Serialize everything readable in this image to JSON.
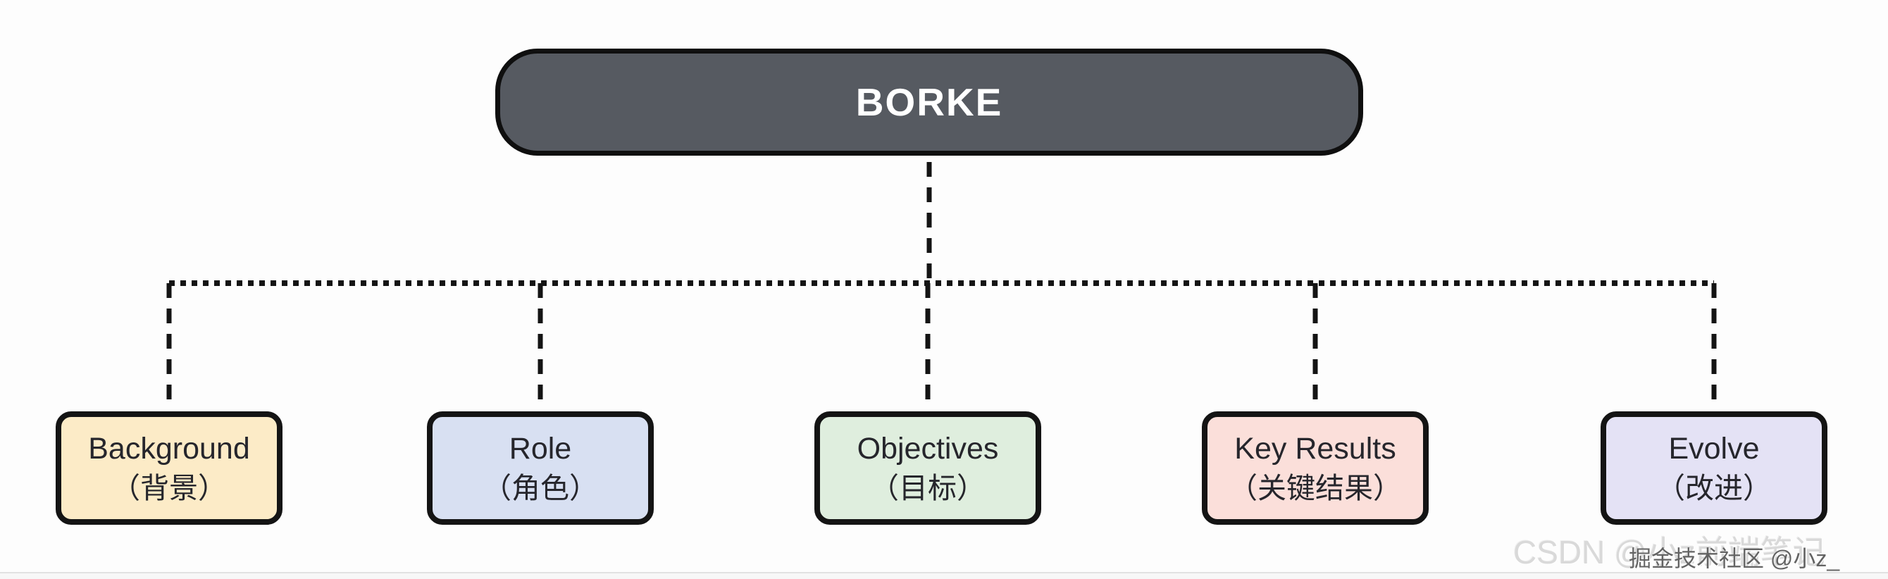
{
  "page": {
    "background_color": "#fdfdfd",
    "connector_color": "#141414"
  },
  "diagram": {
    "root": {
      "label": "BORKE",
      "fill": "#565a61",
      "border_color": "#0f0f0f",
      "text_color": "#ffffff"
    },
    "children": [
      {
        "en": "Background",
        "zh": "（背景）",
        "fill": "#fcebc7"
      },
      {
        "en": "Role",
        "zh": "（角色）",
        "fill": "#d8e0f2"
      },
      {
        "en": "Objectives",
        "zh": "（目标）",
        "fill": "#dfeede"
      },
      {
        "en": "Key Results",
        "zh": "（关键结果）",
        "fill": "#fbdfda"
      },
      {
        "en": "Evolve",
        "zh": "（改进）",
        "fill": "#e4e2f5"
      }
    ]
  },
  "watermarks": {
    "csdn": "CSDN @小z前端笔记",
    "juejin": "掘金技术社区 @小z_"
  }
}
